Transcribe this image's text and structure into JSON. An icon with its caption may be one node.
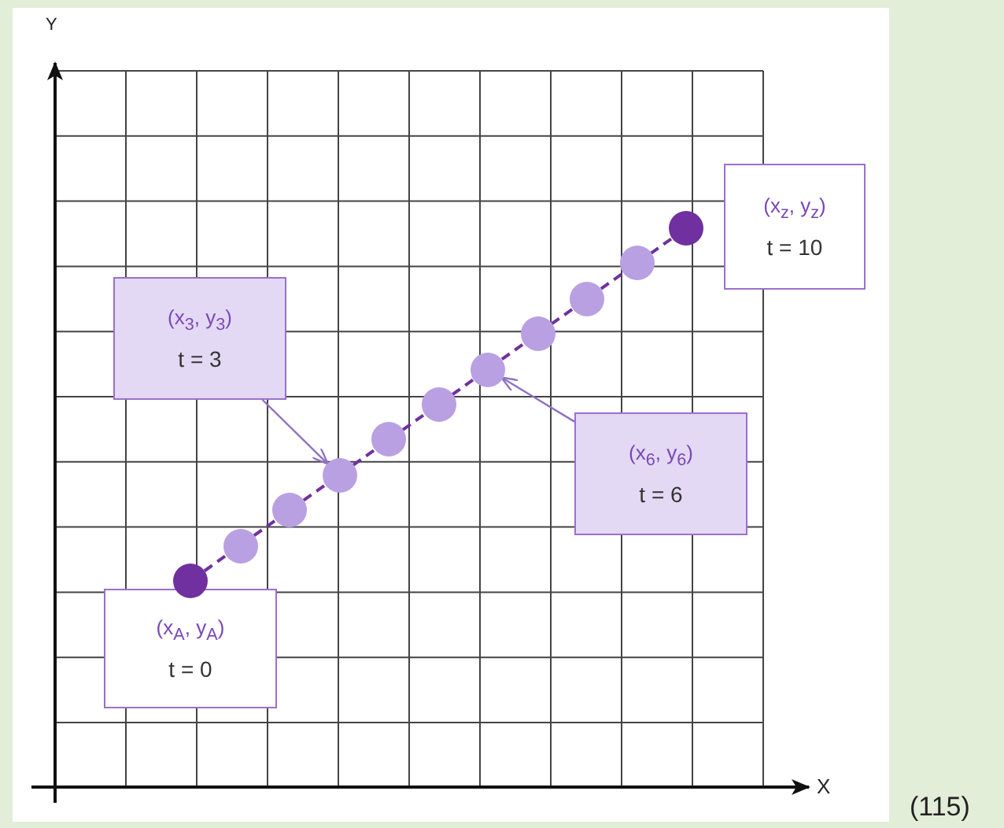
{
  "diagram": {
    "nodes": [
      {
        "text": [
          "(x$_{z}$, y$_{z}$)",
          "t = 10"
        ]
      },
      {
        "text": [
          "(x$_{3}$, y$_{3}$)",
          "t = 3"
        ]
      },
      {
        "text": [
          "(x$_{6}$, y$_{6}$)",
          "t = 6"
        ]
      },
      {
        "text": [
          "(x$_{A}$, y$_{A}$)",
          "t = 0"
        ]
      },
      {
        "text": [],
        "shape": "circle"
      },
      {
        "text": [],
        "shape": "circle"
      },
      {
        "text": [],
        "shape": "circle"
      },
      {
        "text": [],
        "shape": "circle"
      },
      {
        "text": [],
        "shape": "circle"
      },
      {
        "text": [],
        "shape": "circle"
      },
      {
        "text": [],
        "shape": "circle"
      },
      {
        "text": [],
        "shape": "circle"
      },
      {
        "text": [],
        "shape": "circle"
      },
      {
        "text": [],
        "shape": "circle"
      },
      {
        "text": [],
        "shape": "circle"
      }
    ],
    "edges": [
      {
        "from": 1,
        "to": 7,
        "arrow": "to",
        "color": "#8e72c4"
      },
      {
        "from": 2,
        "to": 10,
        "arrow": "to",
        "color": "#8e72c4"
      },
      {
        "from": 4,
        "to": 5,
        "arrow": "none",
        "style": "dashed"
      },
      {
        "from": 5,
        "to": 6,
        "arrow": "none",
        "style": "dashed"
      },
      {
        "from": 6,
        "to": 7,
        "arrow": "none",
        "style": "dashed"
      },
      {
        "from": 7,
        "to": 8,
        "arrow": "none",
        "style": "dashed"
      },
      {
        "from": 8,
        "to": 9,
        "arrow": "none",
        "style": "dashed"
      },
      {
        "from": 9,
        "to": 10,
        "arrow": "none",
        "style": "dashed"
      },
      {
        "from": 10,
        "to": 11,
        "arrow": "none",
        "style": "dashed"
      },
      {
        "from": 11,
        "to": 12,
        "arrow": "none",
        "style": "dashed"
      },
      {
        "from": 12,
        "to": 13,
        "arrow": "none",
        "style": "dashed"
      },
      {
        "from": 13,
        "to": 14,
        "arrow": "none",
        "style": "dashed"
      }
    ],
    "labels": [
      "Y",
      "X",
      "(115)"
    ]
  }
}
